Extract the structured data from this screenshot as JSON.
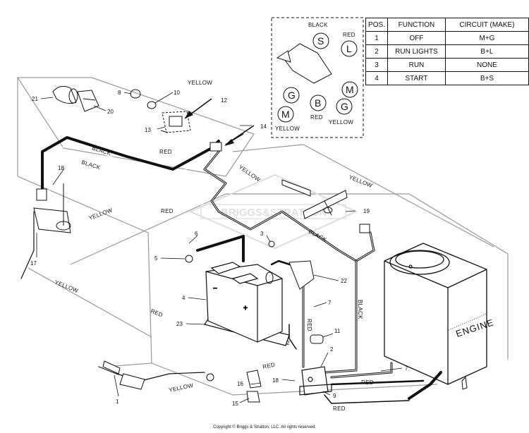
{
  "table": {
    "headers": [
      "POS.",
      "FUNCTION",
      "CIRCUIT  (MAKE)"
    ],
    "rows": [
      [
        "1",
        "OFF",
        "M+G"
      ],
      [
        "2",
        "RUN LIGHTS",
        "B+L"
      ],
      [
        "3",
        "RUN",
        "NONE"
      ],
      [
        "4",
        "START",
        "B+S"
      ]
    ]
  },
  "switch": {
    "terminals": {
      "s": "S",
      "l": "L",
      "g1": "G",
      "g2": "G",
      "m1": "M",
      "m2": "M",
      "b": "B"
    },
    "wires": {
      "black": "BLACK",
      "red_top": "RED",
      "yellow_left": "YELLOW",
      "red_bottom": "RED",
      "yellow_right": "YELLOW"
    }
  },
  "wire_labels": {
    "yellow_top": "YELLOW",
    "black1": "BLACK",
    "black2": "BLACK",
    "red_top": "RED",
    "yellow_diag": "YELLOW",
    "yellow_right": "YELLOW",
    "yellow_left_mid": "YELLOW",
    "red_mid": "RED",
    "black_mid": "BLACK",
    "yellow_left_low": "YELLOW",
    "red_low": "RED",
    "red_vert": "RED",
    "black_vert": "BLACK",
    "red_near_solenoid": "RED",
    "red_right": "RED",
    "red_bottom": "RED",
    "yellow_bottom": "YELLOW"
  },
  "part_numbers": {
    "p1": "1",
    "p2a": "2",
    "p2b": "2",
    "p3": "3",
    "p4": "4",
    "p5": "5",
    "p6": "6",
    "p7a": "7",
    "p7b": "7",
    "p8": "8",
    "p9": "9",
    "p10": "10",
    "p11": "11",
    "p12": "12",
    "p13": "13",
    "p14": "14",
    "p15": "15",
    "p16": "16",
    "p17": "17",
    "p18a": "18",
    "p18b": "18",
    "p19": "19",
    "p20": "20",
    "p21": "21",
    "p22": "22",
    "p23": "23"
  },
  "watermark": "BRIGGS&STRATTON",
  "engine_label": "ENGINE",
  "copyright": "Copyright © Briggs & Stratton, LLC. All rights reserved."
}
